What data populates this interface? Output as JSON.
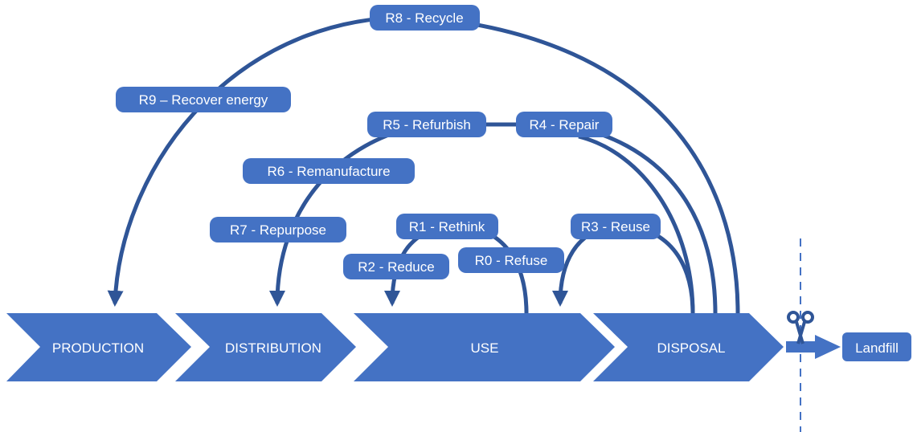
{
  "colors": {
    "primary": "#4472C4",
    "line": "#2F5597",
    "label_text": "#ffffff",
    "cut_line": "#4472C4",
    "background": "#ffffff"
  },
  "stages": [
    {
      "id": "production",
      "label": "PRODUCTION"
    },
    {
      "id": "distribution",
      "label": "DISTRIBUTION"
    },
    {
      "id": "use",
      "label": "USE"
    },
    {
      "id": "disposal",
      "label": "DISPOSAL"
    }
  ],
  "strategies": [
    {
      "id": "r0",
      "label": "R0 - Refuse"
    },
    {
      "id": "r1",
      "label": "R1 - Rethink"
    },
    {
      "id": "r2",
      "label": "R2 - Reduce"
    },
    {
      "id": "r3",
      "label": "R3 - Reuse"
    },
    {
      "id": "r4",
      "label": "R4 - Repair"
    },
    {
      "id": "r5",
      "label": "R5 - Refurbish"
    },
    {
      "id": "r6",
      "label": "R6 - Remanufacture"
    },
    {
      "id": "r7",
      "label": "R7 - Repurpose"
    },
    {
      "id": "r8",
      "label": "R8 - Recycle"
    },
    {
      "id": "r9",
      "label": "R9 – Recover energy"
    }
  ],
  "end": {
    "label": "Landfill",
    "icon": "scissors-icon"
  }
}
